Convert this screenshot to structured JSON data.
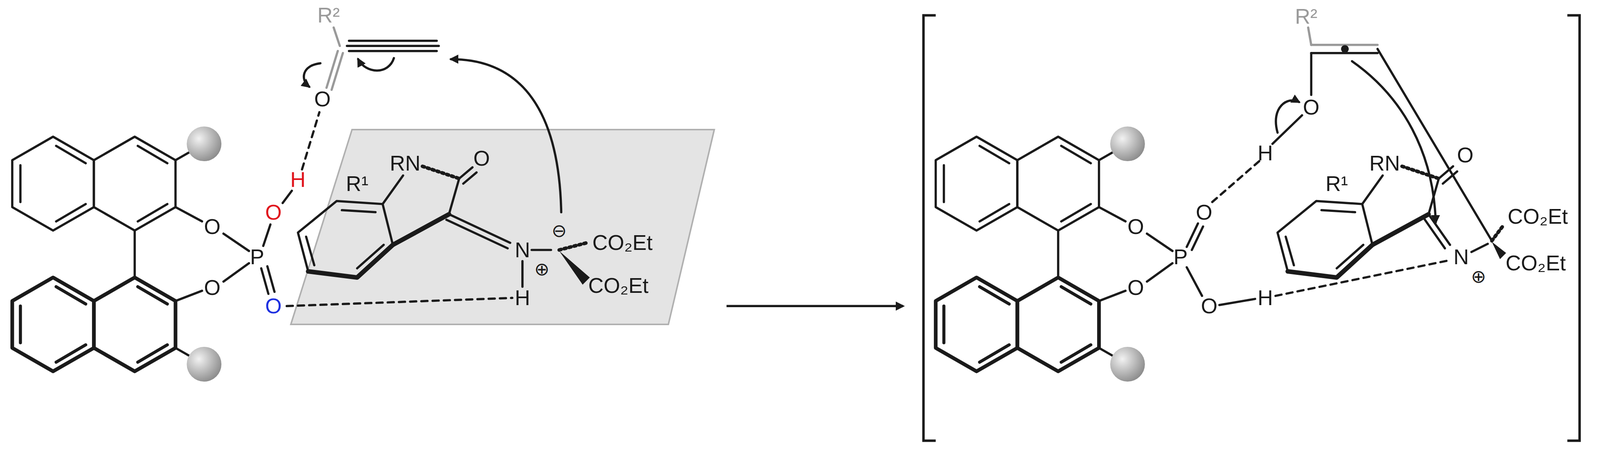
{
  "diagram": {
    "labels": [
      "R²",
      "O",
      "H",
      "O",
      "O",
      "P",
      "O",
      "O",
      "R¹",
      "RN",
      "O",
      "⊖",
      "N",
      "⊕",
      "CO₂Et",
      "CO₂Et",
      "H",
      "R²",
      "O",
      "H",
      "O",
      "O",
      "P",
      "O",
      "O",
      "H",
      "R¹",
      "RN",
      "O",
      "N",
      "⊕",
      "CO₂Et",
      "CO₂Et"
    ]
  }
}
